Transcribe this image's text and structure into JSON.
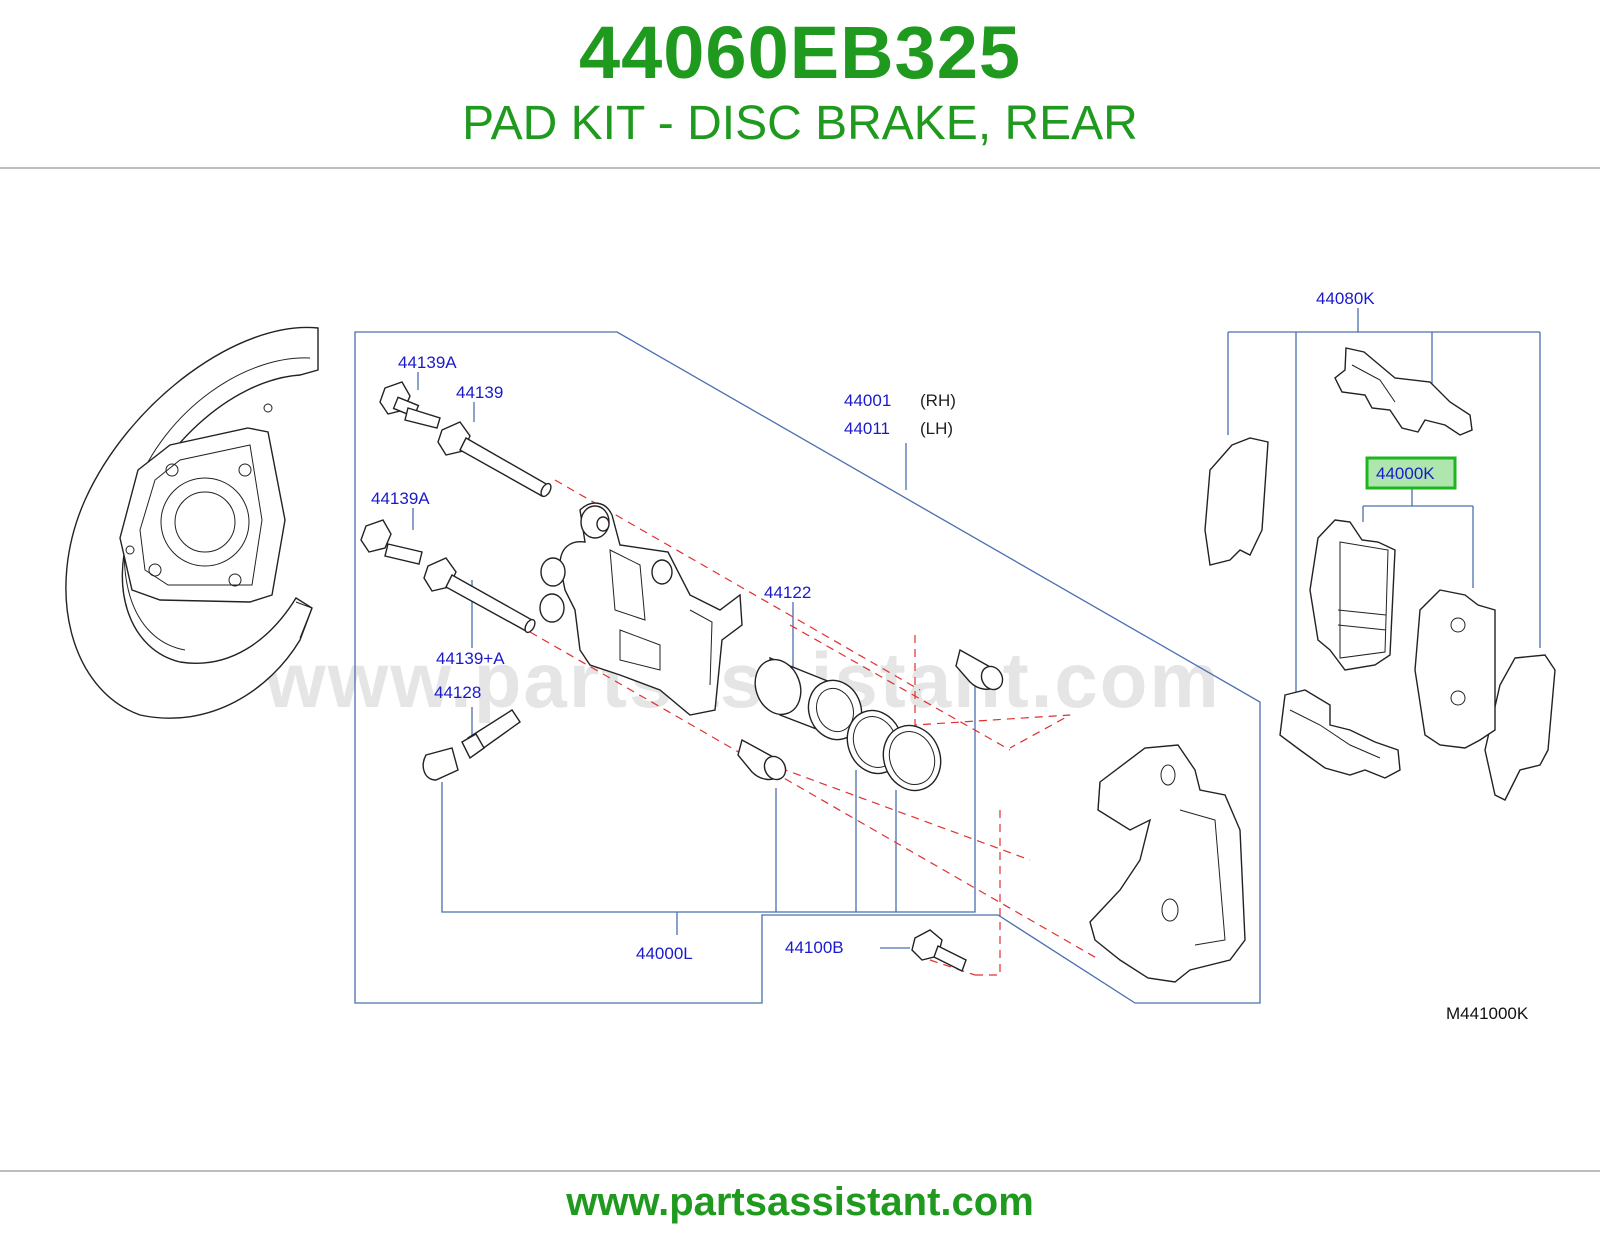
{
  "header": {
    "part_number": "44060EB325",
    "part_name": "PAD KIT - DISC BRAKE, REAR"
  },
  "diagram": {
    "labels": {
      "l44139A_top": "44139A",
      "l44139_top": "44139",
      "l44139A_mid": "44139A",
      "l44139pA": "44139+A",
      "l44128": "44128",
      "l44001": "44001",
      "l44001_side": "(RH)",
      "l44011": "44011",
      "l44011_side": "(LH)",
      "l44122": "44122",
      "l44000L": "44000L",
      "l44100B": "44100B",
      "l44080K": "44080K",
      "l44000K": "44000K"
    },
    "highlighted_label": "44000K",
    "drawing_code": "M441000K",
    "watermark": "www.partsassistant.com"
  },
  "footer": {
    "url": "www.partsassistant.com"
  },
  "colors": {
    "title": "#1f9a1f",
    "label": "#1a1acc",
    "leader": "#4a6fae",
    "centerline": "#e03030",
    "highlight_border": "#1fb51f",
    "highlight_fill": "#aee6ae"
  }
}
